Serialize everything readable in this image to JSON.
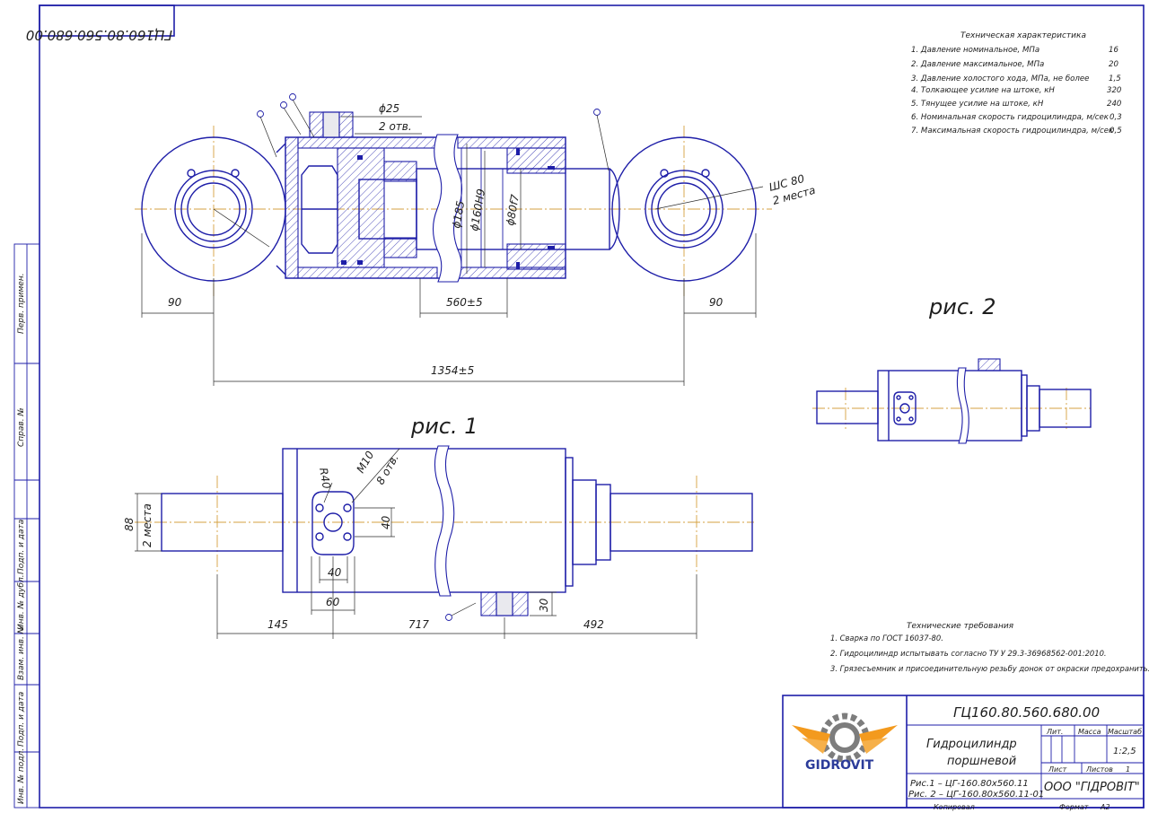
{
  "stamp_code_rotated": "ГЦ160.80.560.680.00",
  "tech_characteristics": {
    "title": "Техническая характеристика",
    "items": [
      {
        "label": "1. Давление номинальное, МПа",
        "value": "16"
      },
      {
        "label": "2. Давление максимальное, МПа",
        "value": "20"
      },
      {
        "label": "3. Давление холостого хода, МПа, не более",
        "value": "1,5"
      },
      {
        "label": "4. Толкающее усилие на штоке, кН",
        "value": "320"
      },
      {
        "label": "5. Тянущее усилие на штоке, кН",
        "value": "240"
      },
      {
        "label": "6. Номинальная скорость гидроцилиндра, м/сек",
        "value": "0,3"
      },
      {
        "label": "7. Максимальная скорость гидроцилиндра, м/сек",
        "value": "0,5"
      }
    ]
  },
  "tech_requirements": {
    "title": "Технические требования",
    "items": [
      "1. Сварка по ГОСТ 16037-80.",
      "2. Гидроцилиндр испытывать согласно ТУ У 29.3-36968562-001:2010.",
      "3. Грязесъемник и присоединительную резьбу донок от окраски предохранить."
    ]
  },
  "figures": {
    "fig1": "рис. 1",
    "fig2": "рис. 2"
  },
  "dims": {
    "port_dia": "ϕ25",
    "port_count": "2 отв.",
    "bore_outer": "ϕ185",
    "bore_h9": "ϕ160H9",
    "rod_f7": "ϕ80f7",
    "bearing": "ШС 80",
    "bearing_count": "2 места",
    "eye_left": "90",
    "stroke": "560±5",
    "eye_right": "90",
    "overall": "1354±5",
    "radius": "R40",
    "thread": "M10",
    "thread_count": "8 отв.",
    "pcd_v": "40",
    "pcd_h": "40",
    "flange_w": "60",
    "rod_dia": "88",
    "rod_count": "2 места",
    "port_h": "30",
    "len_145": "145",
    "len_717": "717",
    "len_492": "492"
  },
  "side_labels": [
    "Перв. примен.",
    "Справ. №",
    "Подп. и дата",
    "Инв. № дубл.",
    "Взам. инв. №",
    "Подп. и дата",
    "Инв. № подл."
  ],
  "title_block": {
    "designation": "ГЦ160.80.560.680.00",
    "name_line1": "Гидроцилиндр",
    "name_line2": "поршневой",
    "lit_label": "Лит.",
    "mass_label": "Масса",
    "scale_label": "Масштаб",
    "scale_value": "1:2,5",
    "sheet_label": "Лист",
    "sheets_label": "Листов",
    "sheets_value": "1",
    "variant1": "Рис.1 – ЦГ-160.80х560.11",
    "variant2": "Рис. 2 – ЦГ-160.80х560.11-01",
    "company": "ООО \"ГІДРОВІТ\"",
    "copied_label": "Копировал",
    "format_label": "Формат",
    "format_value": "А2"
  },
  "logo": {
    "text": "GIDROVIT"
  },
  "colors": {
    "line": "#1e1ea8",
    "axis": "#d4a040",
    "logo_orange": "#f39a1e",
    "logo_blue": "#2c3c9a"
  }
}
